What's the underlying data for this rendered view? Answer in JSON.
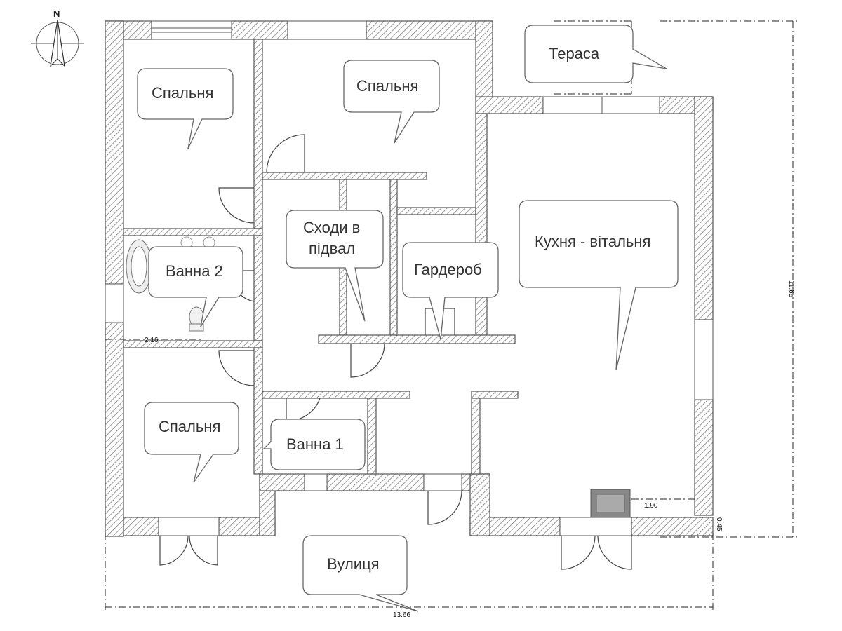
{
  "compass": {
    "north_letter": "N"
  },
  "rooms": {
    "bedroom_top_left": "Спальня",
    "bedroom_top_center": "Спальня",
    "bedroom_bottom_left": "Спальня",
    "bathroom_2": "Ванна 2",
    "bathroom_1": "Ванна 1",
    "stairs_basement": [
      "Сходи в",
      "підвал"
    ],
    "wardrobe": "Гардероб",
    "kitchen_living": "Кухня - вітальня",
    "terrace": "Тераса",
    "street": "Вулиця"
  },
  "dimensions": {
    "width_total": "13.66",
    "height_total": "11.65",
    "bath2_width": "2.16",
    "kitchen_segment": "1.90",
    "step_offset": "0.45"
  }
}
